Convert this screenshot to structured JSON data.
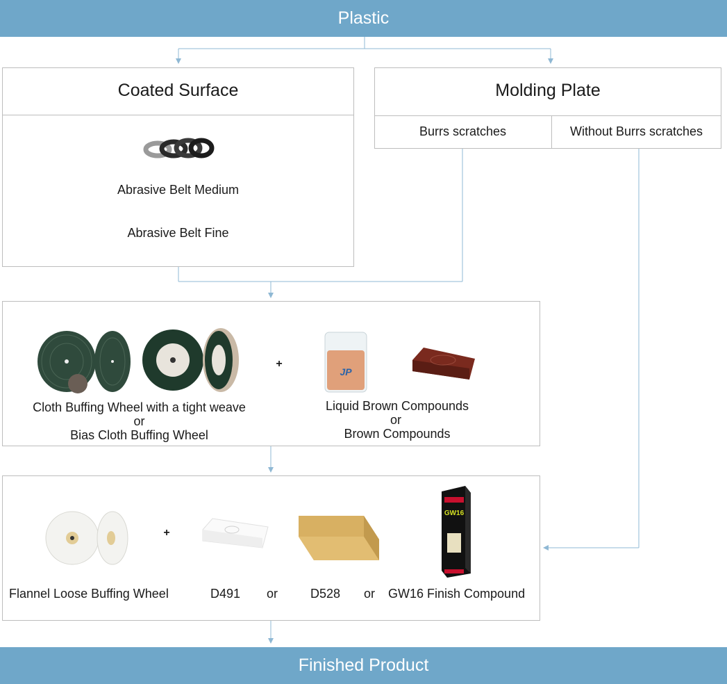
{
  "top": {
    "title": "Plastic"
  },
  "bottom": {
    "title": "Finished Product"
  },
  "coated": {
    "title": "Coated Surface",
    "step1": "Abrasive Belt Medium",
    "step2": "Abrasive Belt Fine",
    "image_icon": "abrasive-belts-image"
  },
  "molding": {
    "title": "Molding Plate",
    "burrs": "Burrs scratches",
    "no_burrs": "Without Burrs scratches"
  },
  "stage2": {
    "wheel_line1": "Cloth Buffing Wheel with a tight weave",
    "wheel_or": "or",
    "wheel_line2": "Bias Cloth Buffing Wheel",
    "plus": "+",
    "compound_line1": "Liquid Brown Compounds",
    "compound_or": "or",
    "compound_line2": "Brown Compounds"
  },
  "stage3": {
    "wheel": "Flannel Loose Buffing Wheel",
    "plus": "+",
    "c1": "D491",
    "or1": "or",
    "c2": "D528",
    "or2": "or",
    "c3": "GW16 Finish Compound",
    "jar_label": "JP",
    "box_label": "GW16"
  },
  "colors": {
    "banner": "#6fa7c9",
    "connector": "#8fb8d4",
    "border": "#bdbdbd"
  }
}
